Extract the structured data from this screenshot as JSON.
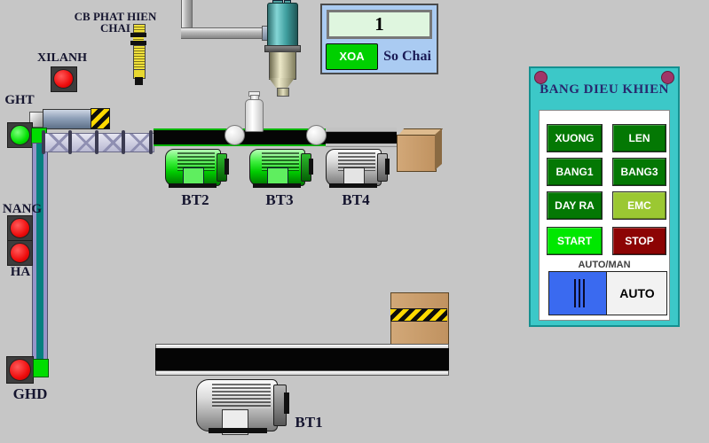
{
  "counter": {
    "value": "1",
    "clear_label": "XOA",
    "unit_label": "So Chai"
  },
  "sensor_label": "CB PHAT HIEN CHAI",
  "indicators": {
    "xilanh": "XILANH",
    "ght": "GHT",
    "nang": "NANG",
    "ha": "HA",
    "ghd": "GHD"
  },
  "motors": {
    "bt1": "BT1",
    "bt2": "BT2",
    "bt3": "BT3",
    "bt4": "BT4"
  },
  "panel": {
    "title": "BANG DIEU KHIEN",
    "buttons": [
      {
        "label": "XUONG"
      },
      {
        "label": "LEN"
      },
      {
        "label": "BANG1"
      },
      {
        "label": "BANG3"
      },
      {
        "label": "DAY RA"
      },
      {
        "label": "EMC"
      },
      {
        "label": "START"
      },
      {
        "label": "STOP"
      }
    ],
    "automan_label": "AUTO/MAN",
    "switch_label": "AUTO"
  },
  "colors": {
    "background": "#c6c6c6",
    "panel_teal": "#3cc8c8",
    "button_green_dark": "#047804",
    "button_emc_lime": "#9bc832",
    "button_start_green": "#00e800",
    "button_stop_red": "#8c0404",
    "lamp_red": "#ee0c0c",
    "lamp_green": "#00e000",
    "counter_panel_blue": "#aacbf2",
    "counter_display_green": "#dff6df",
    "switch_blue": "#3a6af0",
    "belt_green_edge": "#00b400"
  }
}
